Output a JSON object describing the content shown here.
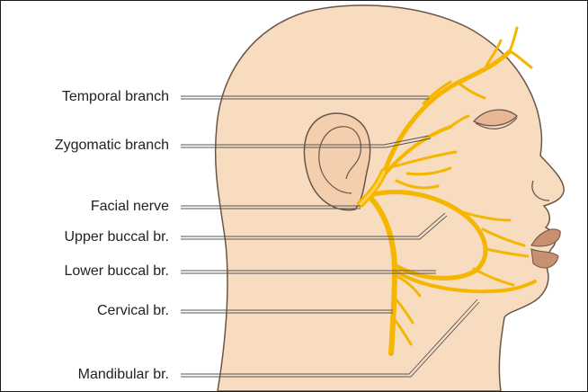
{
  "labels": [
    {
      "id": "temporal",
      "text": "Temporal branch"
    },
    {
      "id": "zygomatic",
      "text": "Zygomatic branch"
    },
    {
      "id": "facial",
      "text": "Facial nerve"
    },
    {
      "id": "upper_buccal",
      "text": "Upper buccal br."
    },
    {
      "id": "lower_buccal",
      "text": "Lower buccal br."
    },
    {
      "id": "cervical",
      "text": "Cervical br."
    },
    {
      "id": "mandibular",
      "text": "Mandibular br."
    }
  ],
  "colors": {
    "skin": "#f7dcc0",
    "skin_outline": "#6b5548",
    "nerve": "#f5b600",
    "nerve_light": "#ffd24d",
    "leader": "#555555",
    "lips": "#c79070",
    "eyelid": "#d9a680"
  }
}
